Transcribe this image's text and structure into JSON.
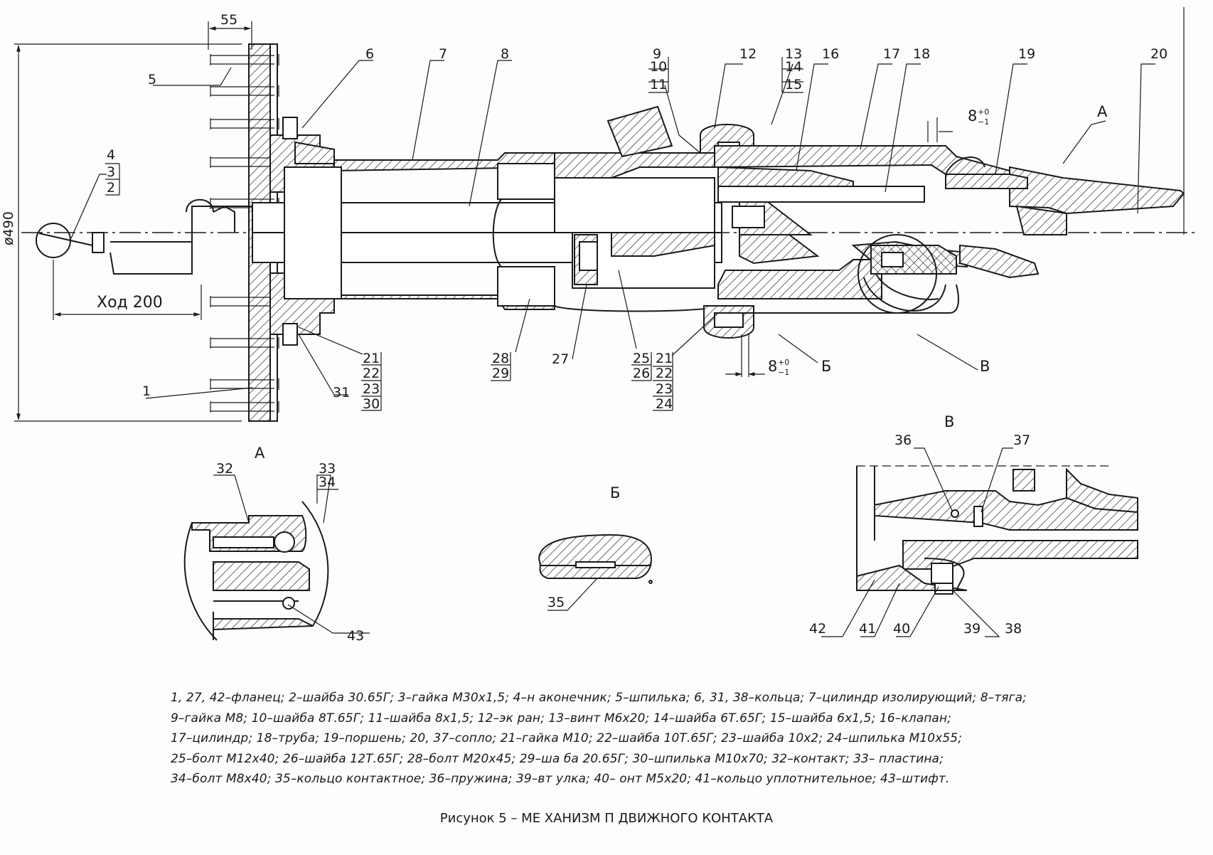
{
  "dimensions": {
    "diameter": "ø490",
    "width_55": "55",
    "stroke": "Ход 200",
    "gap_top": "8",
    "gap_top_tol_upper": "+0",
    "gap_top_tol_lower": "−1",
    "gap_bottom": "8",
    "gap_bottom_tol_upper": "+0",
    "gap_bottom_tol_lower": "−1"
  },
  "callouts": {
    "c1": "1",
    "c2": "2",
    "c3": "3",
    "c4": "4",
    "c5": "5",
    "c6": "6",
    "c7": "7",
    "c8": "8",
    "c9": "9",
    "c10": "10",
    "c11": "11",
    "c12": "12",
    "c13": "13",
    "c14": "14",
    "c15": "15",
    "c16": "16",
    "c17": "17",
    "c18": "18",
    "c19": "19",
    "c20": "20",
    "c21a": "21",
    "c22a": "22",
    "c23a": "23",
    "c30": "30",
    "c31": "31",
    "c28": "28",
    "c29": "29",
    "c27": "27",
    "c25": "25",
    "c26": "26",
    "c21b": "21",
    "c22b": "22",
    "c23b": "23",
    "c24": "24",
    "c32": "32",
    "c33": "33",
    "c34": "34",
    "c43": "43",
    "c35": "35",
    "c36": "36",
    "c37": "37",
    "c38": "38",
    "c39": "39",
    "c40": "40",
    "c41": "41",
    "c42": "42"
  },
  "view_labels": {
    "a_main": "А",
    "b_main": "Б",
    "v_main": "В",
    "a_detail": "А",
    "b_detail": "Б",
    "v_detail": "В"
  },
  "legend": {
    "line1": "1, 27, 42–фланец;  2–шайба 30.65Г;  3–гайка М30х1,5;  4–н   аконечник;  5–шпилька;  6, 31, 38–кольца;  7–цилиндр изолирующий;  8–тяга;",
    "line2": "9–гайка М8;  10–шайба 8Т.65Г;  11–шайба 8х1,5;  12–эк ран;  13–винт М6х20;  14–шайба 6Т.65Г;  15–шайба 6х1,5;  16–клапан;",
    "line3": "17–цилиндр;  18–труба;  19–поршень;  20,  37–сопло;  21–гайка М10;  22–шайба 10Т.65Г;  23–шайба 10х2;  24–шпилька М10х55;",
    "line4": "25–болт М12х40;  26–шайба 12Т.65Г;  28–болт М20х45;    29–ша  ба 20.65Г;  30–шпилька М10х70;  32–контакт;  33–  пластина;",
    "line5": "34–болт М8х40;  35–кольцо контактное;  36–пружина;  39–вт улка;  40–  онт М5х20;  41–кольцо уплотнительное;  43–штифт."
  },
  "caption": "Рисунок 5 – МЕ ХАНИЗМ П  ДВИЖНОГО КОНТАКТА"
}
